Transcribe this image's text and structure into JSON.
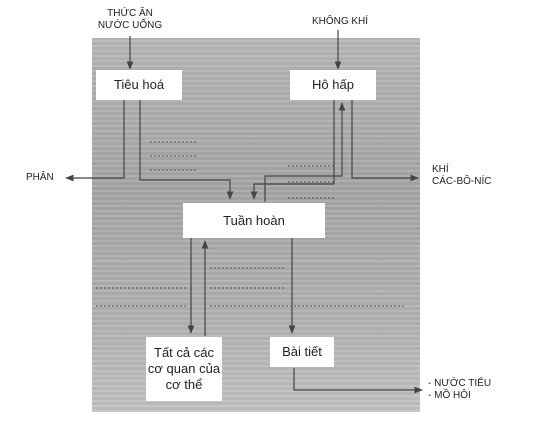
{
  "inputs": {
    "food": [
      "THỨC ĂN",
      "NƯỚC UỐNG"
    ],
    "air": "KHÔNG KHÍ"
  },
  "organs": {
    "digestion": "Tiêu hoá",
    "respiration": "Hô hấp",
    "circulation": "Tuần hoàn",
    "excretion": "Bài tiết",
    "body": [
      "Tất cả các",
      "cơ quan của",
      "cơ thể"
    ]
  },
  "outputs": {
    "feces": "PHÂN",
    "co2": [
      "KHÍ",
      "CÁC-BÔ-NÍC"
    ],
    "wastes": [
      "- NƯỚC TIỂU",
      "- MỒ HÔI"
    ]
  },
  "colors": {
    "background_panel": "#b0b0b0",
    "box": "#ffffff",
    "line": "#444444"
  }
}
